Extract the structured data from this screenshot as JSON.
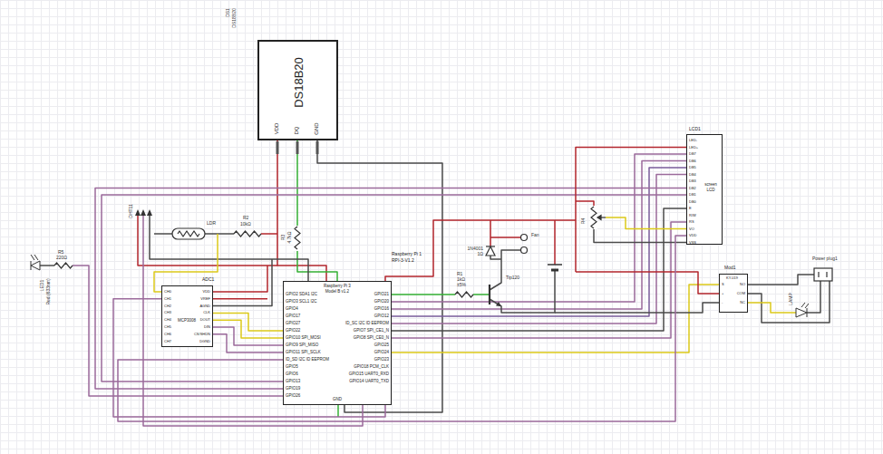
{
  "diagram": {
    "nodes": [
      {
        "text": [
          "DS18B20",
          "VDD",
          "DQ",
          "GND"
        ]
      },
      {
        "text": [
          "ADC1",
          "MCP3008",
          "CH0",
          "CH1",
          "CH2",
          "CH3",
          "CH4",
          "CH5",
          "CH6",
          "CH7",
          "VDD",
          "VREF",
          "AGND",
          "CLK",
          "DOUT",
          "DIN",
          "CS/SHDN",
          "DGND"
        ]
      },
      {
        "text": [
          "Raspberry Pi 1 RPI-3-V1.2",
          "Raspberry Pi 3 Model B v1.2",
          "GPIO2 SDA1 I2C",
          "GPIO3 SCL1 I2C",
          "GPIO4",
          "GPIO17",
          "GPIO27",
          "GPIO22",
          "GPIO10 SPI_MOSI",
          "GPIO9 SPI_MISO",
          "GPIO11 SPI_SCLK",
          "ID_SD I2C ID EEPROM",
          "GPIO5",
          "GPIO6",
          "GPIO13",
          "GPIO19",
          "GPIO26",
          "GPIO21",
          "GPIO20",
          "GPIO16",
          "GPIO12",
          "ID_SC I2C ID EEPROM",
          "GPIO7 SPI_CE1_N",
          "GPIO8 SPI_CE0_N",
          "GPIO25",
          "GPIO24",
          "GPIO23",
          "GPIO18 PCM_CLK",
          "GPIO15 UART0_RXD",
          "GPIO14 UART0_TXD",
          "GND"
        ]
      },
      {
        "text": [
          "LCD1",
          "screen LCD",
          "LED-",
          "LED+",
          "DB7",
          "DB6",
          "DB5",
          "DB4",
          "DB3",
          "DB2",
          "DB1",
          "DB0",
          "E",
          "R/W",
          "RS",
          "VO",
          "VDD",
          "VSS"
        ]
      },
      {
        "text": [
          "Mod1",
          "KY-019",
          "S",
          "+",
          "-",
          "NO",
          "COM",
          "NC"
        ]
      }
    ],
    "edges": [
      {
        "from": 0,
        "to": 2,
        "arrow": "none"
      },
      {
        "from": 0,
        "to": 2,
        "arrow": "none"
      },
      {
        "from": 0,
        "to": 2,
        "arrow": "none"
      },
      {
        "from": 1,
        "to": 2,
        "arrow": "none"
      },
      {
        "from": 1,
        "to": 2,
        "arrow": "none"
      },
      {
        "from": 1,
        "to": 2,
        "arrow": "none"
      },
      {
        "from": 1,
        "to": 2,
        "arrow": "none"
      },
      {
        "from": 2,
        "to": 3,
        "arrow": "none"
      },
      {
        "from": 2,
        "to": 3,
        "arrow": "none"
      },
      {
        "from": 2,
        "to": 3,
        "arrow": "none"
      },
      {
        "from": 2,
        "to": 3,
        "arrow": "none"
      },
      {
        "from": 2,
        "to": 3,
        "arrow": "none"
      },
      {
        "from": 2,
        "to": 3,
        "arrow": "none"
      },
      {
        "from": 3,
        "to": 2,
        "arrow": "none"
      },
      {
        "from": 3,
        "to": 2,
        "arrow": "none"
      },
      {
        "from": 2,
        "to": 4,
        "arrow": "none"
      }
    ],
    "labels": [
      "DS1",
      "DS18B20",
      "DHT11",
      "LDR",
      "R2",
      "10kΩ",
      "R3",
      "4.7kΩ",
      "R5",
      "220Ω",
      "LED1",
      "Red (633nm)",
      "Fan",
      "1N4001",
      "1Ω",
      "R1",
      "1kΩ",
      "±5%",
      "Tip120",
      "R4",
      "LAMP",
      "Power plug1"
    ]
  }
}
